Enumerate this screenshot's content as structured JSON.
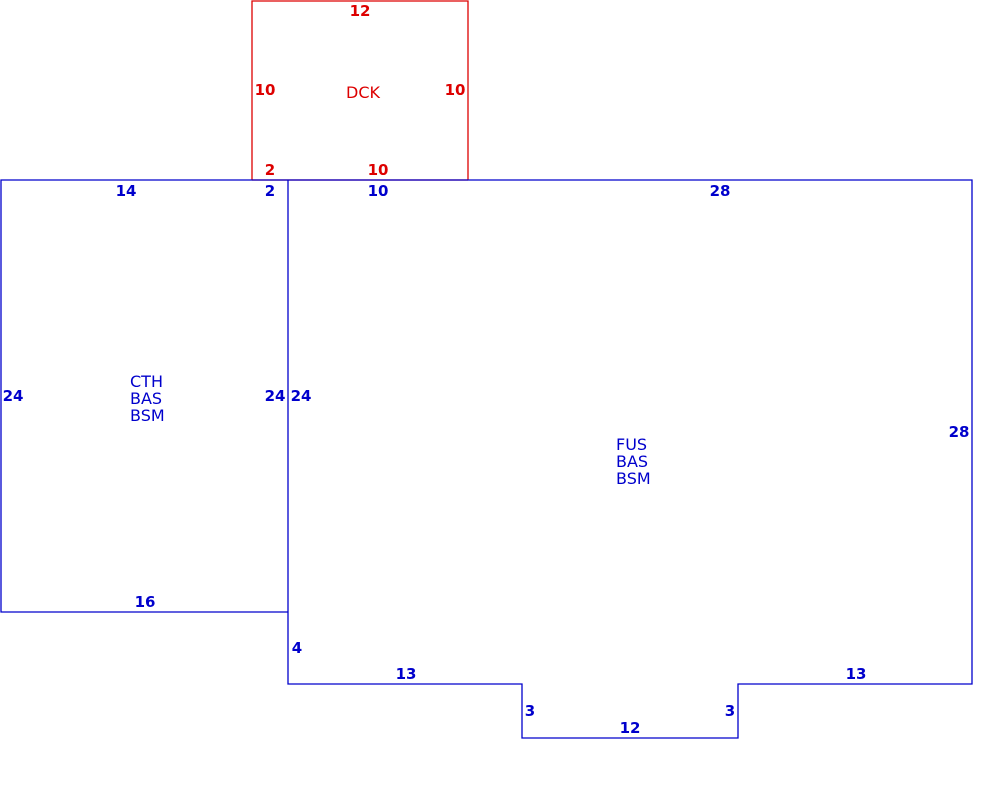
{
  "colors": {
    "main": "#0000cc",
    "deck": "#dd0000"
  },
  "deck": {
    "label": "DCK",
    "dims": {
      "top": "12",
      "left": "10",
      "right": "10",
      "bottom_left": "2",
      "bottom_right": "10"
    }
  },
  "left_wing": {
    "codes": [
      "CTH",
      "BAS",
      "BSM"
    ],
    "dims": {
      "top": "14",
      "top_right": "2",
      "left": "24",
      "right": "24",
      "bottom": "16"
    }
  },
  "main_wing": {
    "codes": [
      "FUS",
      "BAS",
      "BSM"
    ],
    "dims": {
      "top_left": "10",
      "top": "28",
      "left": "24",
      "right": "28",
      "left_lower": "4",
      "bottom_left": "13",
      "notch_left": "3",
      "notch_bottom": "12",
      "notch_right": "3",
      "bottom_right": "13"
    }
  }
}
